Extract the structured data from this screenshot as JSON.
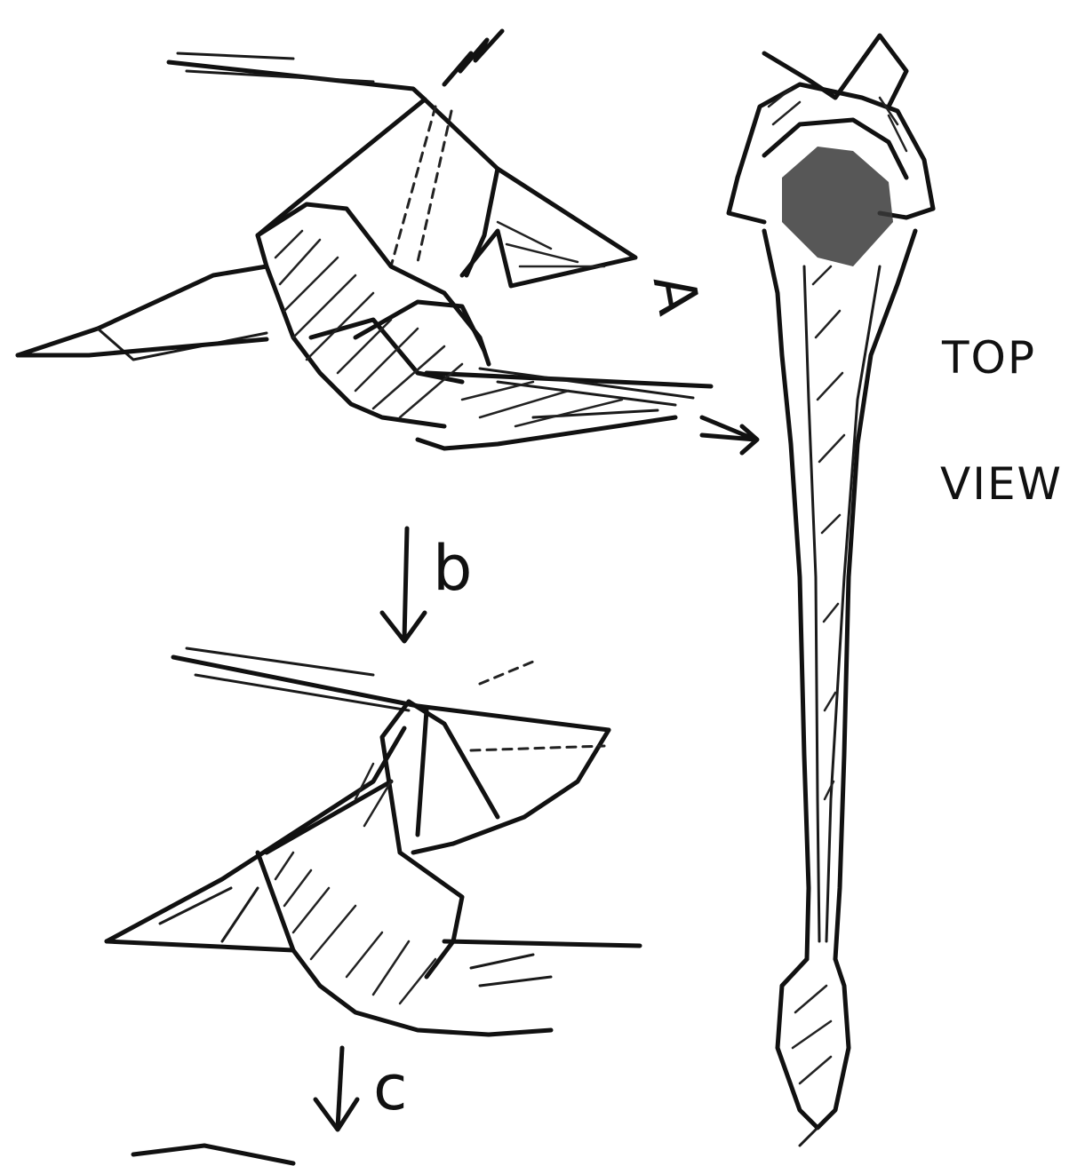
{
  "labels": {
    "step_a": "A",
    "step_b": "b",
    "step_c": "c",
    "top_view_line1": "TOP",
    "top_view_line2": "VIEW"
  }
}
